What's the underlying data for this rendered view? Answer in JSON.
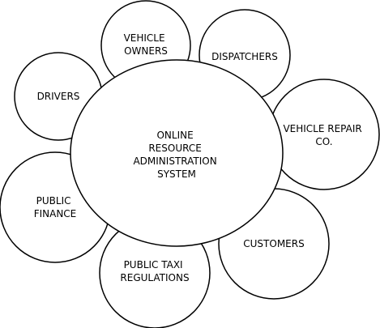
{
  "diagram": {
    "center": {
      "lines": [
        "ONLINE",
        "RESOURCE",
        "ADMINISTRATION",
        "SYSTEM"
      ]
    },
    "nodes": [
      {
        "id": "drivers",
        "lines": [
          "DRIVERS"
        ]
      },
      {
        "id": "vehicle-owners",
        "lines": [
          "VEHICLE",
          "OWNERS"
        ]
      },
      {
        "id": "dispatchers",
        "lines": [
          "DISPATCHERS"
        ]
      },
      {
        "id": "vehicle-repair-co",
        "lines": [
          "VEHICLE REPAIR",
          "CO."
        ]
      },
      {
        "id": "customers",
        "lines": [
          "CUSTOMERS"
        ]
      },
      {
        "id": "public-taxi-regulations",
        "lines": [
          "PUBLIC TAXI",
          "REGULATIONS"
        ]
      },
      {
        "id": "public-finance",
        "lines": [
          "PUBLIC",
          "FINANCE"
        ]
      }
    ],
    "colors": {
      "stroke": "#000000",
      "fill": "#ffffff",
      "text": "#000000"
    }
  }
}
